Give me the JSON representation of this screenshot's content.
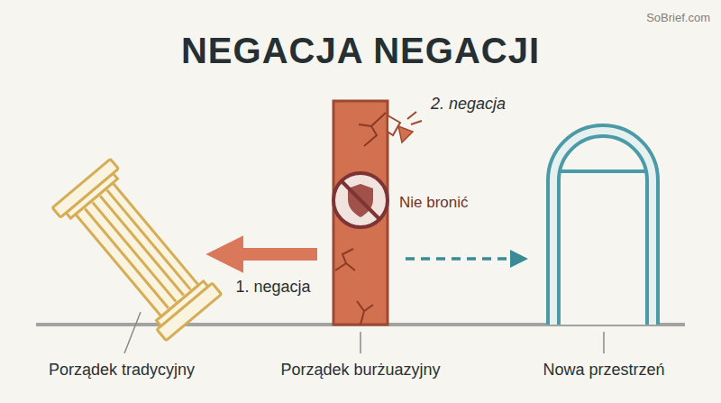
{
  "diagram": {
    "title": "NEGACJA NEGACJI",
    "labels": [
      "SoBrief.com",
      "2. negacja",
      "Nie bronić",
      "1. negacja",
      "Porządek tradycyjny",
      "Porządek burżuazyjny",
      "Nowa przestrzeń"
    ]
  }
}
